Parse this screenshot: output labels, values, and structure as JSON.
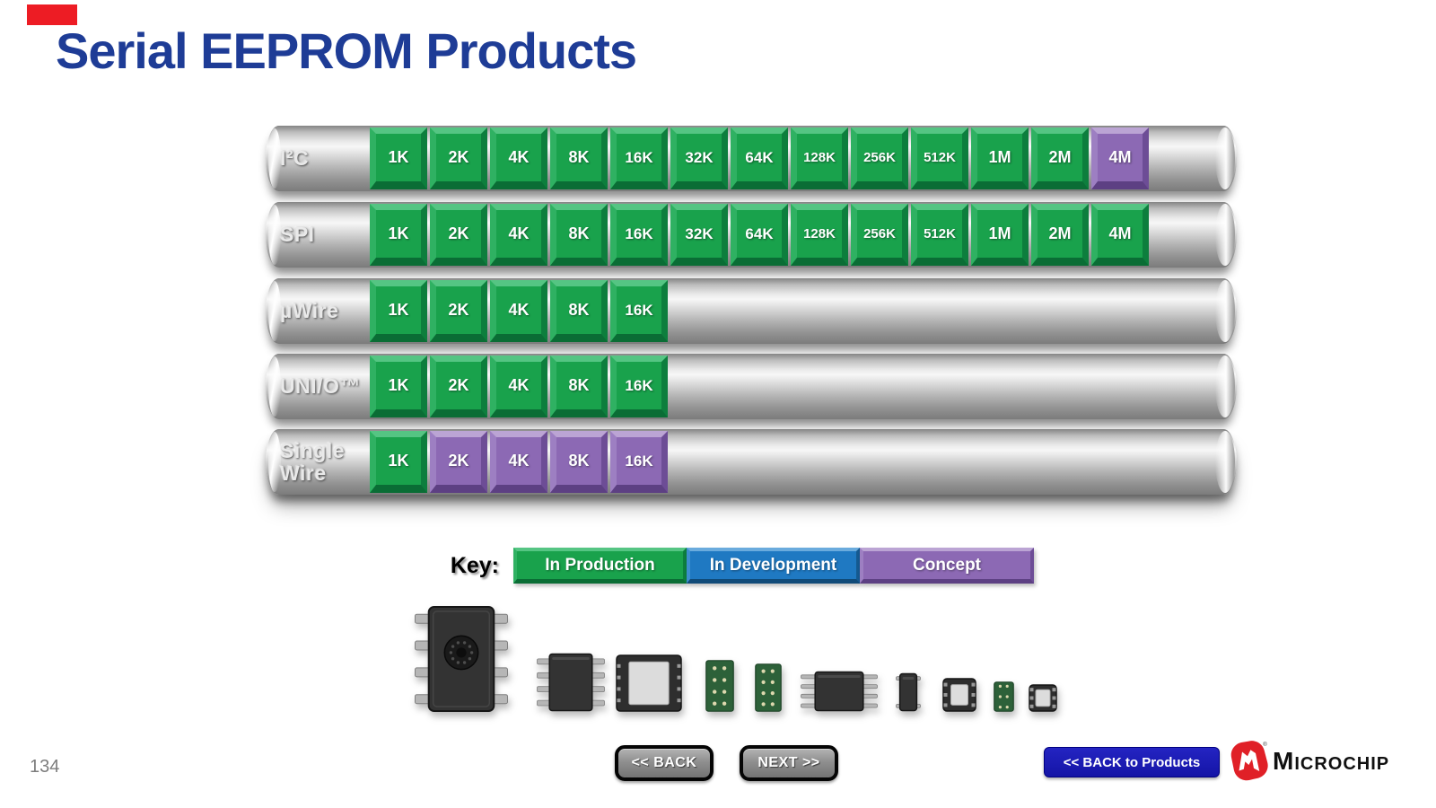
{
  "title": {
    "text": "Serial EEPROM Products",
    "color": "#1e3c96"
  },
  "accent_bar": {
    "color": "#ed1c24"
  },
  "page_number": "134",
  "rows": [
    {
      "id": "i2c",
      "label": "I²C",
      "blocks": [
        {
          "label": "1K",
          "status": "production"
        },
        {
          "label": "2K",
          "status": "production"
        },
        {
          "label": "4K",
          "status": "production"
        },
        {
          "label": "8K",
          "status": "production"
        },
        {
          "label": "16K",
          "status": "production"
        },
        {
          "label": "32K",
          "status": "production"
        },
        {
          "label": "64K",
          "status": "production"
        },
        {
          "label": "128K",
          "status": "production"
        },
        {
          "label": "256K",
          "status": "production"
        },
        {
          "label": "512K",
          "status": "production"
        },
        {
          "label": "1M",
          "status": "production"
        },
        {
          "label": "2M",
          "status": "production"
        },
        {
          "label": "4M",
          "status": "concept"
        }
      ]
    },
    {
      "id": "spi",
      "label": "SPI",
      "blocks": [
        {
          "label": "1K",
          "status": "production"
        },
        {
          "label": "2K",
          "status": "production"
        },
        {
          "label": "4K",
          "status": "production"
        },
        {
          "label": "8K",
          "status": "production"
        },
        {
          "label": "16K",
          "status": "production"
        },
        {
          "label": "32K",
          "status": "production"
        },
        {
          "label": "64K",
          "status": "production"
        },
        {
          "label": "128K",
          "status": "production"
        },
        {
          "label": "256K",
          "status": "production"
        },
        {
          "label": "512K",
          "status": "production"
        },
        {
          "label": "1M",
          "status": "production"
        },
        {
          "label": "2M",
          "status": "production"
        },
        {
          "label": "4M",
          "status": "production"
        }
      ]
    },
    {
      "id": "uwire",
      "label": "µWire",
      "blocks": [
        {
          "label": "1K",
          "status": "production"
        },
        {
          "label": "2K",
          "status": "production"
        },
        {
          "label": "4K",
          "status": "production"
        },
        {
          "label": "8K",
          "status": "production"
        },
        {
          "label": "16K",
          "status": "production"
        }
      ]
    },
    {
      "id": "unio",
      "label": "UNI/O™",
      "blocks": [
        {
          "label": "1K",
          "status": "production"
        },
        {
          "label": "2K",
          "status": "production"
        },
        {
          "label": "4K",
          "status": "production"
        },
        {
          "label": "8K",
          "status": "production"
        },
        {
          "label": "16K",
          "status": "production"
        }
      ]
    },
    {
      "id": "single-wire",
      "label": "Single Wire",
      "blocks": [
        {
          "label": "1K",
          "status": "production"
        },
        {
          "label": "2K",
          "status": "concept"
        },
        {
          "label": "4K",
          "status": "concept"
        },
        {
          "label": "8K",
          "status": "concept"
        },
        {
          "label": "16K",
          "status": "concept"
        }
      ]
    }
  ],
  "status_colors": {
    "production": {
      "face": "#19a24c",
      "light": "#55c583",
      "lighter": "#2fb162",
      "dark": "#0d7e3d",
      "darker": "#0a6d35"
    },
    "development": {
      "face": "#1f79c2",
      "light": "#6aabdd",
      "lighter": "#3c8ecd",
      "dark": "#155a91",
      "darker": "#104a78"
    },
    "concept": {
      "face": "#8c69b4",
      "light": "#bba4d4",
      "lighter": "#9d7fc2",
      "dark": "#6d4d96",
      "darker": "#5d4083"
    }
  },
  "legend": {
    "label": "Key:",
    "items": [
      {
        "label": "In Production",
        "status": "production"
      },
      {
        "label": "In Development",
        "status": "development"
      },
      {
        "label": "Concept",
        "status": "concept"
      }
    ]
  },
  "packages": [
    {
      "name": "pdip-8-package",
      "type": "dip"
    },
    {
      "name": "soic-8-package",
      "type": "sop"
    },
    {
      "name": "dfn-8-package",
      "type": "dfn"
    },
    {
      "name": "csp-module-package",
      "type": "pcb"
    },
    {
      "name": "csp-module-small-package",
      "type": "pcb"
    },
    {
      "name": "msop-8-package",
      "type": "sop"
    },
    {
      "name": "sot-23-package",
      "type": "sop"
    },
    {
      "name": "tdfn-package",
      "type": "dfn"
    },
    {
      "name": "pcb-tiny-package",
      "type": "pcb"
    },
    {
      "name": "dfn-tiny-package",
      "type": "dfn"
    }
  ],
  "nav": {
    "back": "<< BACK",
    "next": "NEXT >>",
    "back_to_products": "<< BACK to Products"
  },
  "logo": {
    "brand": "Microchip",
    "color": "#e02027"
  }
}
